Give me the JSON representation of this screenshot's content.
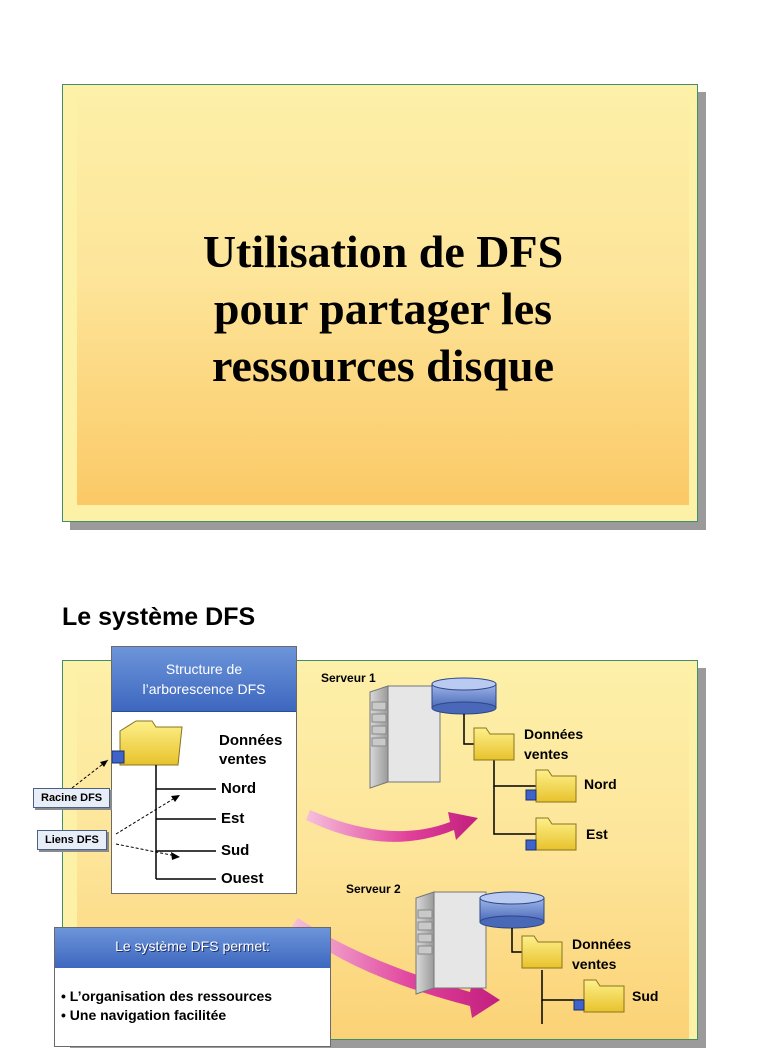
{
  "slide1": {
    "title": "Utilisation de DFS\npour partager les\nressources disque"
  },
  "slide2": {
    "heading": "Le système DFS",
    "tree_panel": {
      "title": "Structure de\nl’arborescence DFS",
      "root_label": "Données\nventes",
      "links": [
        "Nord",
        "Est",
        "Sud",
        "Ouest"
      ]
    },
    "tags": {
      "root": "Racine DFS",
      "links": "Liens DFS"
    },
    "servers": [
      {
        "label": "Serveur 1",
        "folder_label": "Données\nventes",
        "subfolders": [
          "Nord",
          "Est"
        ]
      },
      {
        "label": "Serveur 2",
        "folder_label": "Données\nventes",
        "subfolders": [
          "Sud"
        ]
      }
    ],
    "permits_box": {
      "title": "Le système DFS permet:",
      "items": [
        "• L’organisation des ressources",
        "• Une navigation facilitée"
      ]
    },
    "colors": {
      "panel_header": "#4f78cc",
      "slide_bg_top": "#fdf0a9",
      "slide_bg_bottom": "#fbc966",
      "arrow": "#e0409a",
      "folder": "#f7d84a"
    }
  }
}
